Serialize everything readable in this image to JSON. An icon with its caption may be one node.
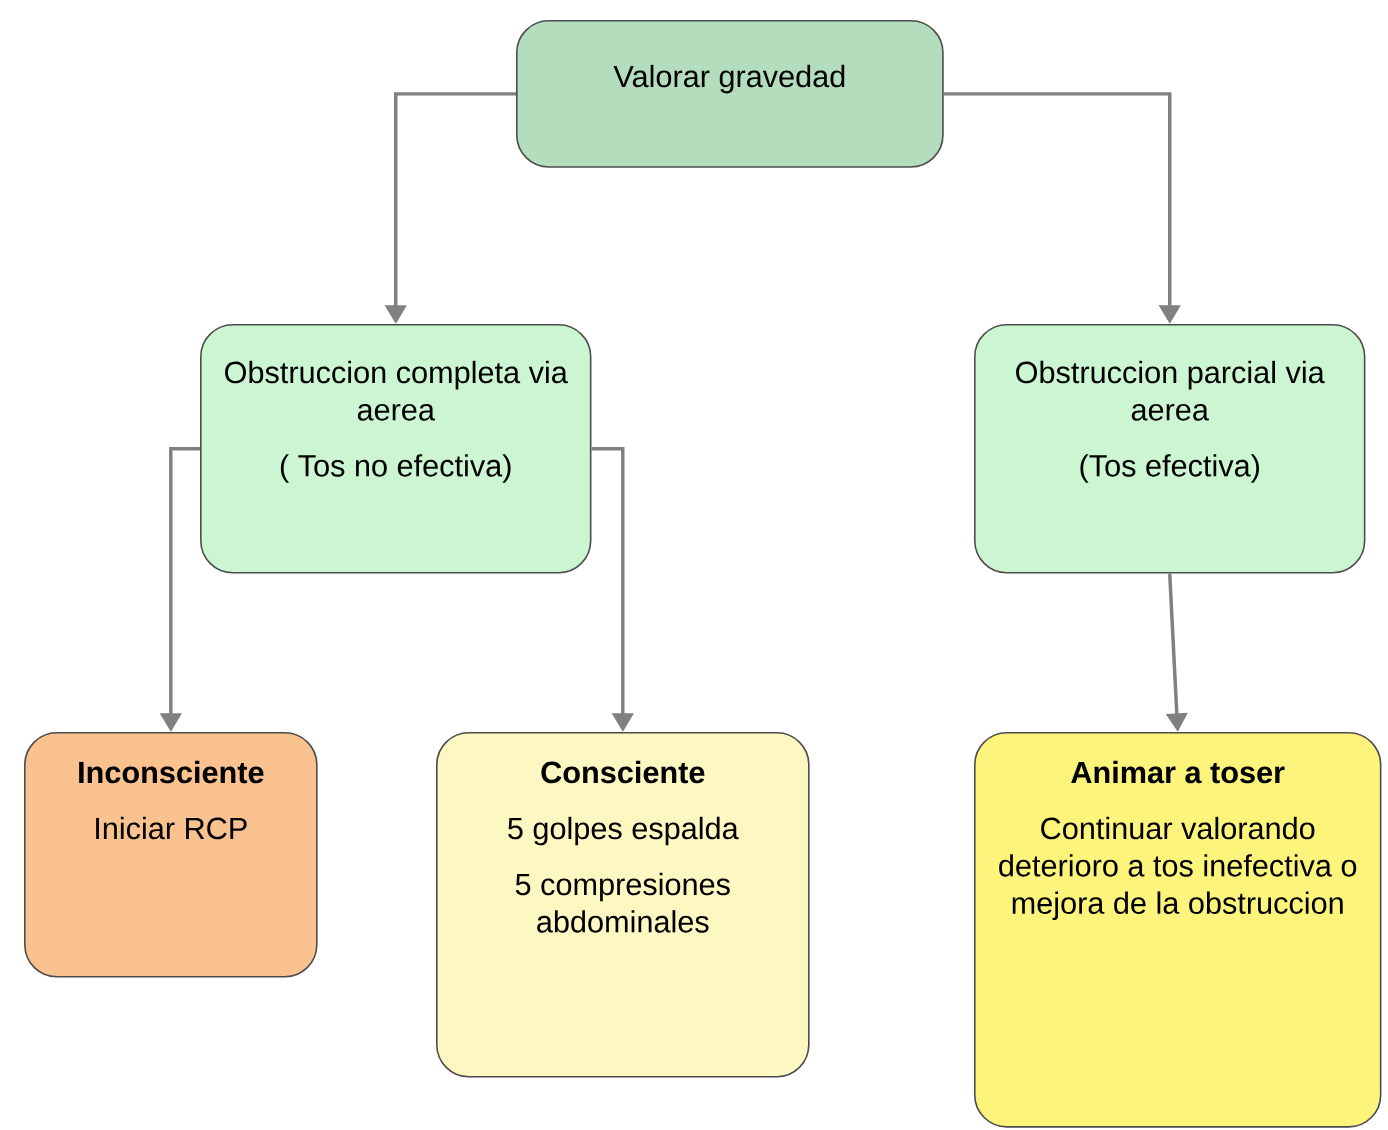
{
  "diagram": {
    "nodes": [
      {
        "text": [
          "Valorar gravedad"
        ]
      },
      {
        "text": [
          "Obstruccion completa via aerea",
          "( Tos no efectiva)"
        ]
      },
      {
        "text": [
          "Obstruccion parcial via aerea",
          "(Tos efectiva)"
        ]
      },
      {
        "text": [
          "Inconsciente",
          "Iniciar RCP"
        ]
      },
      {
        "text": [
          "Consciente",
          "5 golpes espalda",
          "5 compresiones abdominales"
        ]
      },
      {
        "text": [
          "Animar a  toser",
          "Continuar valorando deterioro a tos inefectiva o mejora de la obstruccion"
        ]
      }
    ],
    "edges": [
      {
        "from": 0,
        "to": 1,
        "arrow": "to"
      },
      {
        "from": 0,
        "to": 2,
        "arrow": "to"
      },
      {
        "from": 1,
        "to": 3,
        "arrow": "to"
      },
      {
        "from": 1,
        "to": 4,
        "arrow": "to"
      },
      {
        "from": 2,
        "to": 5,
        "arrow": "to"
      }
    ]
  }
}
